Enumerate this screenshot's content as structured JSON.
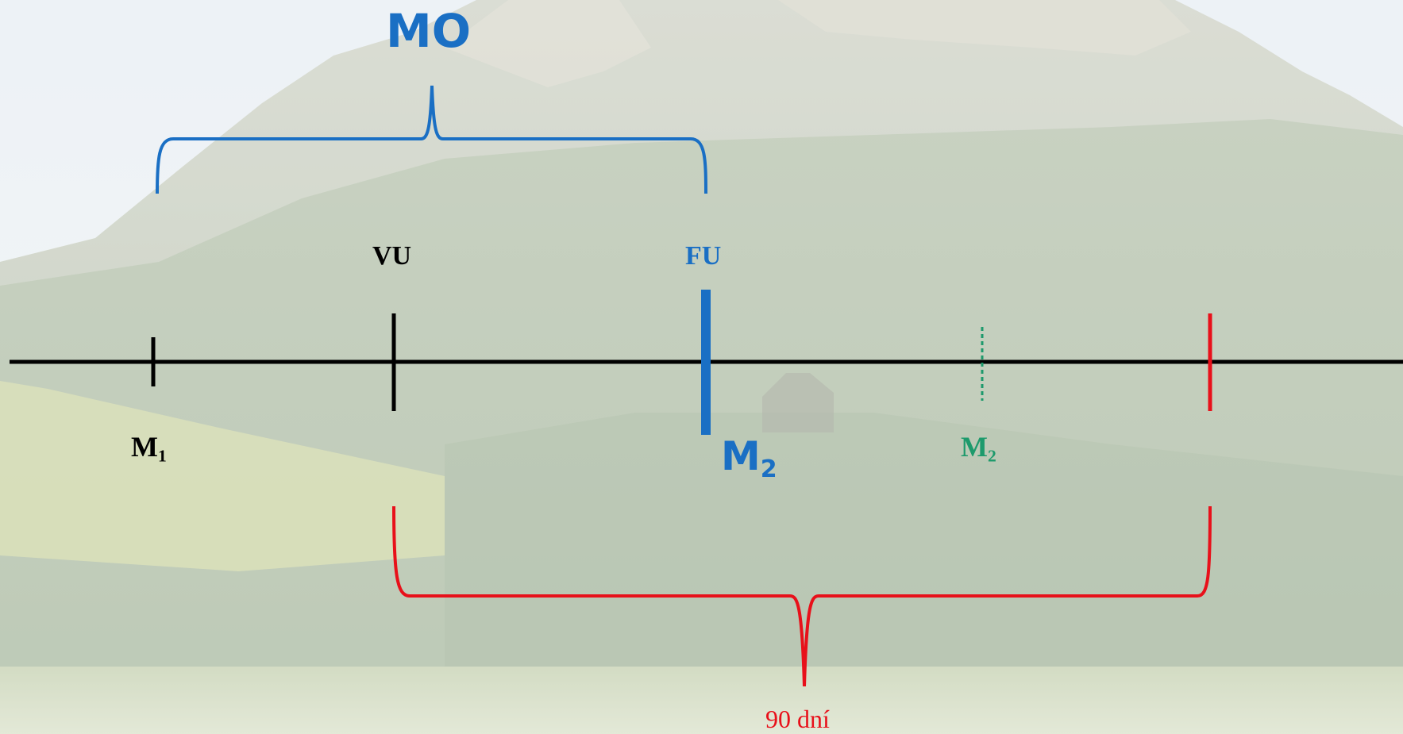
{
  "colors": {
    "axis": "#000000",
    "blue": "#1a6fc4",
    "green": "#1d9a6c",
    "red": "#e8101a",
    "sky": "#e4ecf2",
    "mountain": "#b9c2b0",
    "forest": "#8fa486",
    "meadow": "#c9d48f"
  },
  "labels": {
    "mo": "MO",
    "vu": "VU",
    "fu": "FU",
    "m1_base": "M",
    "m1_sub": "1",
    "m2_blue_base": "M",
    "m2_blue_sub": "2",
    "m2_green_base": "M",
    "m2_green_sub": "2",
    "red_span": "90 dní"
  },
  "background": {
    "description_icon": "mountain-landscape-photo"
  }
}
